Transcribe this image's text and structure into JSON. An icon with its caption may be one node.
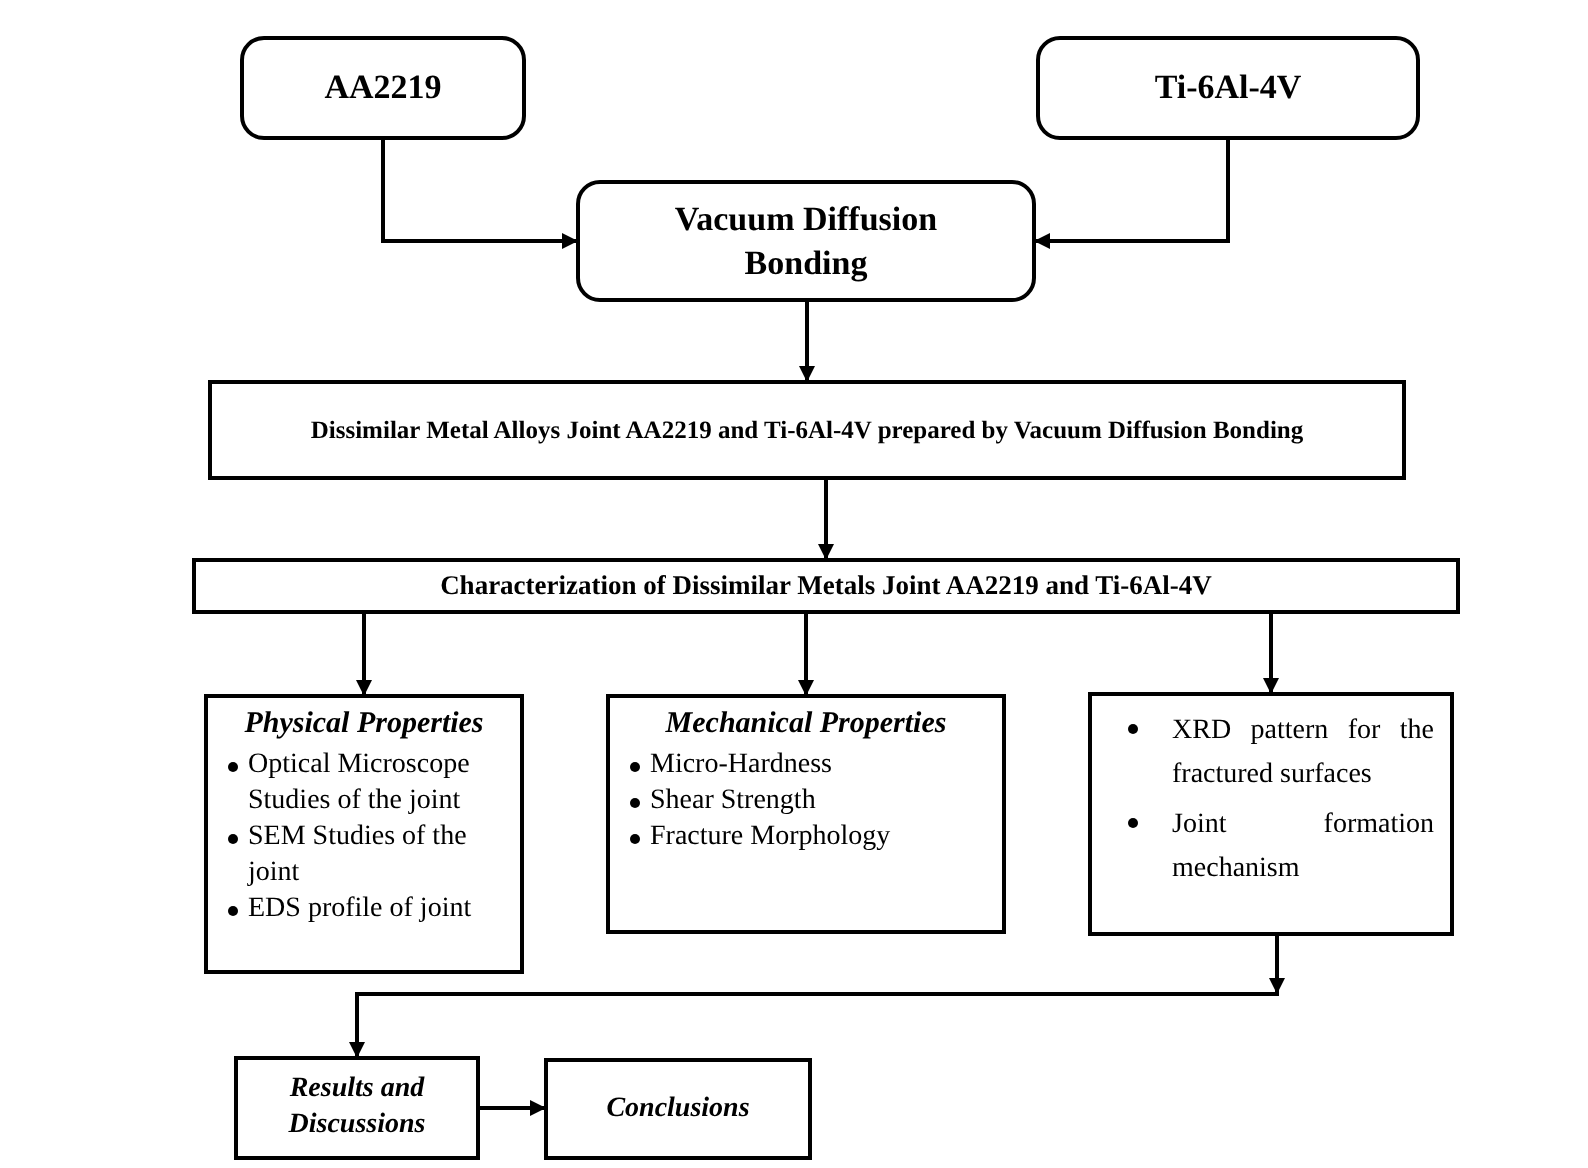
{
  "diagram": {
    "nodes": [
      {
        "text": [
          "AA2219"
        ]
      },
      {
        "text": [
          "Ti-6Al-4V"
        ]
      },
      {
        "text": [
          "Vacuum Diffusion Bonding"
        ]
      },
      {
        "text": [
          "Dissimilar Metal Alloys Joint AA2219 and  Ti-6Al-4V  prepared by Vacuum Diffusion Bonding"
        ]
      },
      {
        "text": [
          "Characterization of Dissimilar Metals Joint AA2219 and  Ti-6Al-4V"
        ]
      },
      {
        "text": [
          "Physical Properties",
          "Optical Microscope Studies of the joint",
          "SEM Studies of the joint",
          "EDS profile of joint"
        ]
      },
      {
        "text": [
          "Mechanical Properties",
          "Micro-Hardness",
          "Shear Strength",
          "Fracture Morphology"
        ]
      },
      {
        "text": [
          "XRD pattern for the fractured surfaces",
          "Joint formation mechanism"
        ]
      },
      {
        "text": [
          "Results and Discussions"
        ]
      },
      {
        "text": [
          "Conclusions"
        ]
      }
    ],
    "edges": [
      {
        "from": 0,
        "to": 2,
        "arrow": "to"
      },
      {
        "from": 1,
        "to": 2,
        "arrow": "to"
      },
      {
        "from": 2,
        "to": 3,
        "arrow": "to"
      },
      {
        "from": 3,
        "to": 4,
        "arrow": "to"
      },
      {
        "from": 4,
        "to": 5,
        "arrow": "to"
      },
      {
        "from": 4,
        "to": 6,
        "arrow": "to"
      },
      {
        "from": 4,
        "to": 7,
        "arrow": "to"
      },
      {
        "from": 7,
        "to": 8,
        "arrow": "to"
      },
      {
        "from": 8,
        "to": 9,
        "arrow": "to"
      }
    ]
  }
}
